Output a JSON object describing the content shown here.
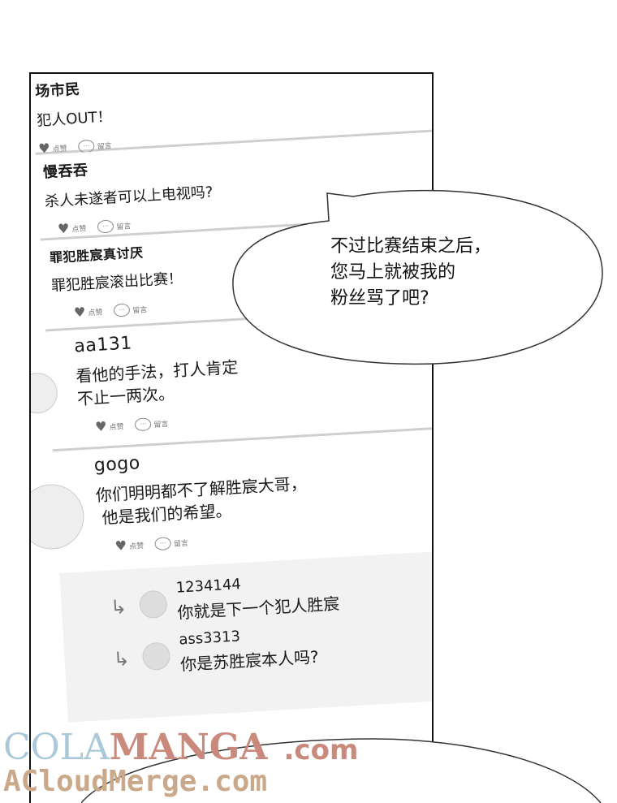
{
  "comments": [
    {
      "user": "场市民",
      "text": "犯人OUT！",
      "like": "点赞",
      "reply": "留言"
    },
    {
      "user": "慢吞吞",
      "text": "杀人未遂者可以上电视吗?",
      "like": "点赞",
      "reply": "留言"
    },
    {
      "user": "罪犯胜宸真讨厌",
      "text": "罪犯胜宸滚出比赛！",
      "like": "点赞",
      "reply": "留言"
    },
    {
      "user": "aa131",
      "text_line1": "看他的手法，打人肯定",
      "text_line2": "不止一两次。",
      "like": "点赞",
      "reply": "留言"
    },
    {
      "user": "gogo",
      "text_line1": "你们明明都不了解胜宸大哥，",
      "text_line2": "他是我们的希望。",
      "like": "点赞",
      "reply": "留言"
    }
  ],
  "replies": [
    {
      "user": "1234144",
      "text": "你就是下一个犯人胜宸"
    },
    {
      "user": "ass3313",
      "text": "你是苏胜宸本人吗?"
    }
  ],
  "speech": {
    "line1": "不过比赛结束之后，",
    "line2": "您马上就被我的",
    "line3": "粉丝骂了吧?"
  },
  "watermark": {
    "cola": "COLA",
    "manga": "MANGA",
    "com": ".com",
    "line2": "ACloudMerge.com"
  }
}
